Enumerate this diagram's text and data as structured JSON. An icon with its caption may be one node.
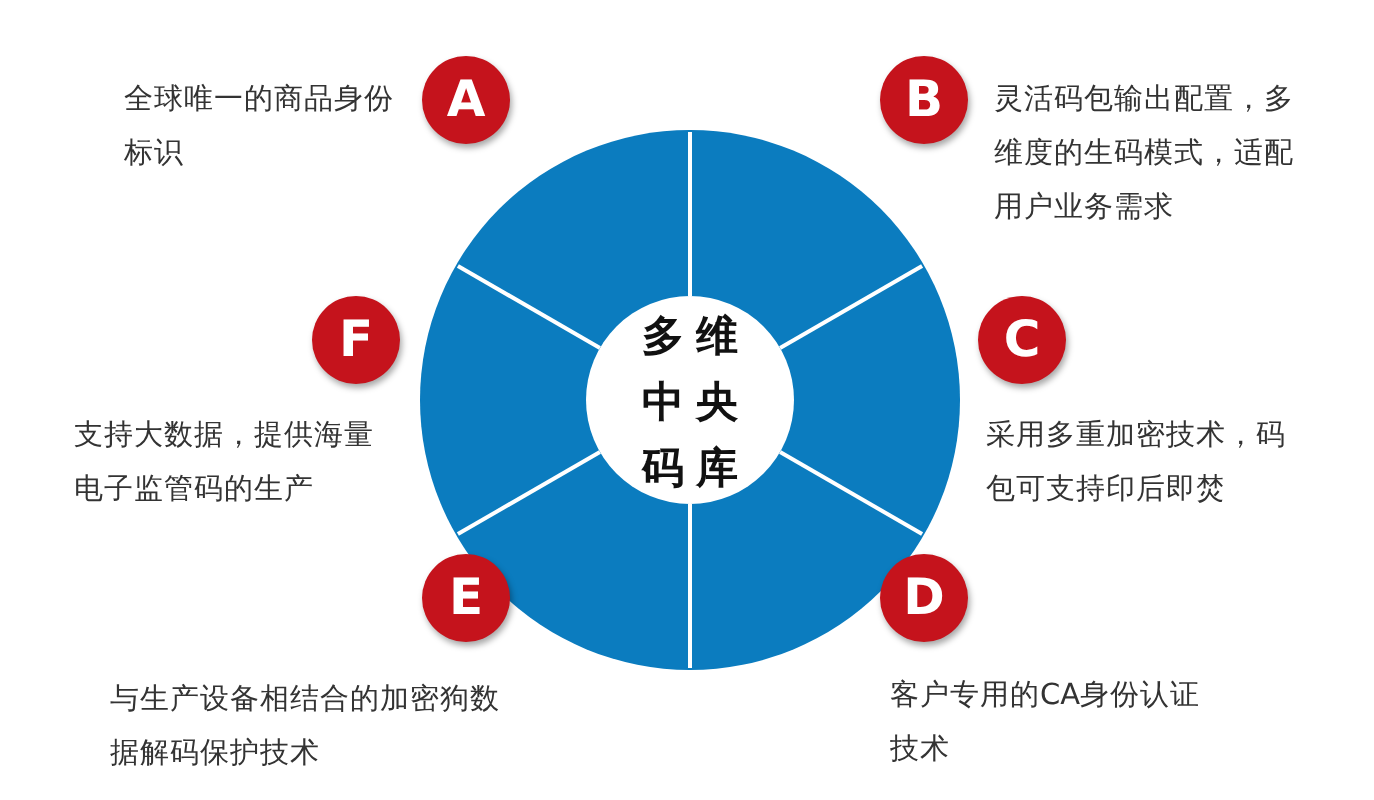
{
  "diagram": {
    "nodes": [
      {
        "text": [
          "多维中央码库"
        ]
      },
      {
        "text": [
          "A"
        ],
        "beside": [
          "全球唯一的商品身份标识"
        ]
      },
      {
        "text": [
          "B"
        ],
        "beside": [
          "灵活码包输出配置，多维度的生码模式，适配用户业务需求"
        ]
      },
      {
        "text": [
          "C"
        ],
        "beside": [
          "采用多重加密技术，码包可支持印后即焚"
        ]
      },
      {
        "text": [
          "D"
        ],
        "beside": [
          "客户专用的CA身份认证技术"
        ]
      },
      {
        "text": [
          "E"
        ],
        "beside": [
          "与生产设备相结合的加密狗数据解码保护技术"
        ]
      },
      {
        "text": [
          "F"
        ],
        "beside": [
          "支持大数据，提供海量电子监管码的生产"
        ]
      }
    ]
  }
}
